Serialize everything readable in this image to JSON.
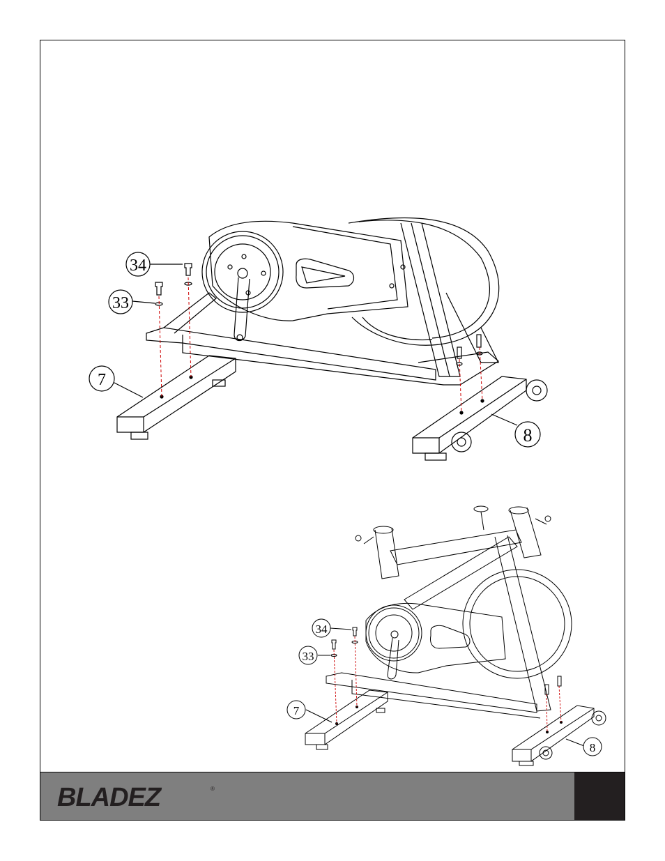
{
  "upper_diagram": {
    "callouts": [
      "34",
      "33",
      "7",
      "8"
    ]
  },
  "lower_diagram": {
    "callouts": [
      "34",
      "33",
      "7",
      "8"
    ]
  },
  "footer": {
    "brand": "BLADEZ",
    "registered_mark": "®",
    "brand_color": "#231f20",
    "bar_color": "#7f7f7f"
  }
}
